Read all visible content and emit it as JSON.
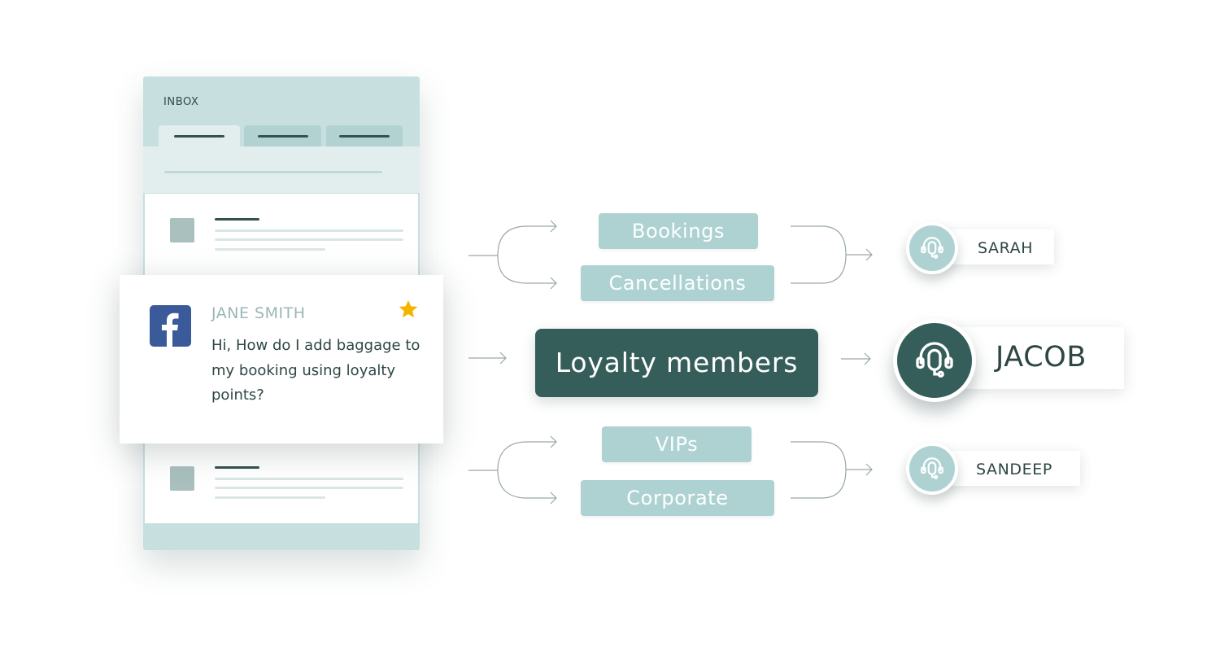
{
  "inbox": {
    "title": "INBOX"
  },
  "message": {
    "channel_icon": "facebook-icon",
    "sender": "JANE SMITH",
    "text": "Hi, How do I add baggage to my booking using loyalty points?",
    "starred": true
  },
  "categories": {
    "bookings": "Bookings",
    "cancellations": "Cancellations",
    "loyalty": "Loyalty members",
    "vips": "VIPs",
    "corporate": "Corporate"
  },
  "agents": {
    "sarah": "SARAH",
    "jacob": "JACOB",
    "sandeep": "SANDEEP"
  },
  "colors": {
    "teal_light": "#aed2d2",
    "teal_dark": "#355e5a",
    "inbox_bg": "#c7dfdf",
    "star": "#f5b400",
    "facebook": "#3b5a9a"
  }
}
